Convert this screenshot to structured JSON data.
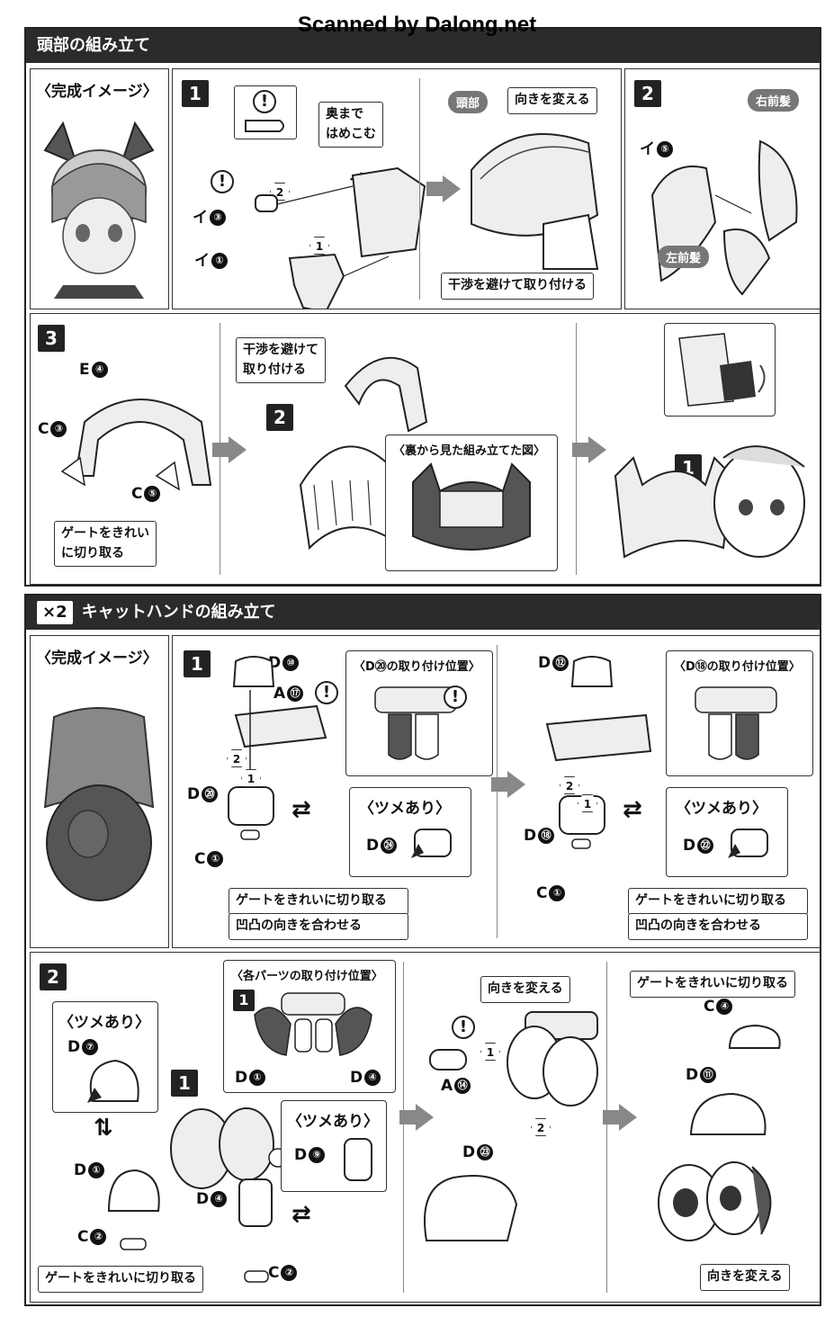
{
  "watermark": "Scanned by Dalong.net",
  "sections": {
    "head": {
      "title": "頭部の組み立て",
      "preview_label": "〈完成イメージ〉",
      "step1": {
        "no": "1",
        "label_push": "奥まで\nはめこむ",
        "parts": [
          "イ",
          "イ",
          "イ"
        ],
        "part_nums": [
          "③",
          "④",
          "①"
        ],
        "seq": [
          "2",
          "1"
        ],
        "part_head": "頭部",
        "change_dir": "向きを変える",
        "avoid": "干渉を避けて取り付ける"
      },
      "step2": {
        "no": "2",
        "part": "イ",
        "part_num": "⑤",
        "right_hair": "右前髪",
        "left_hair": "左前髪"
      },
      "step3": {
        "no": "3",
        "e": "E",
        "e_num": "④",
        "c3": "C",
        "c3_num": "③",
        "c5": "C",
        "c5_num": "⑤",
        "gate": "ゲートをきれい\nに切り取る",
        "avoid": "干渉を避けて\n取り付ける",
        "sub2": "2",
        "back_view": "〈裏から見た組み立てた図〉",
        "sub1": "1"
      }
    },
    "hand": {
      "multiplier": "×2",
      "title": "キャットハンドの組み立て",
      "preview_label": "〈完成イメージ〉",
      "step1": {
        "no": "1",
        "left": {
          "d_top": "D",
          "d_top_num": "⑩",
          "a": "A",
          "a_num": "⑰",
          "d_mid": "D",
          "d_mid_num": "⑳",
          "c": "C",
          "c_num": "①",
          "pos_title": "〈D⑳の取り付け位置〉",
          "claw": "〈ツメあり〉",
          "claw_d": "D",
          "claw_d_num": "㉔",
          "gate": "ゲートをきれいに切り取る",
          "align": "凹凸の向きを合わせる"
        },
        "right": {
          "d_top": "D",
          "d_top_num": "⑫",
          "d_mid": "D",
          "d_mid_num": "⑱",
          "c": "C",
          "c_num": "①",
          "pos_title": "〈D⑱の取り付け位置〉",
          "claw": "〈ツメあり〉",
          "claw_d": "D",
          "claw_d_num": "㉒",
          "gate": "ゲートをきれいに切り取る",
          "align": "凹凸の向きを合わせる"
        }
      },
      "step2": {
        "no": "2",
        "claw_a": "〈ツメあり〉",
        "d7": "D",
        "d7_num": "⑦",
        "pos_title": "〈各パーツの取り付け位置〉",
        "pos_sub": "1",
        "pos_d1": "D",
        "pos_d1_num": "①",
        "pos_d4": "D",
        "pos_d4_num": "④",
        "sub1": "1",
        "d1": "D",
        "d1_num": "①",
        "c2": "C",
        "c2_num": "②",
        "claw_b": "〈ツメあり〉",
        "d9": "D",
        "d9_num": "⑨",
        "d4": "D",
        "d4_num": "④",
        "c2b": "C",
        "c2b_num": "②",
        "gate": "ゲートをきれいに切り取る",
        "change_dir": "向きを変える",
        "a14": "A",
        "a14_num": "⑭",
        "d23": "D",
        "d23_num": "㉓",
        "gate2": "ゲートをきれいに切り取る",
        "c4": "C",
        "c4_num": "④",
        "d11": "D",
        "d11_num": "⑪",
        "change_dir2": "向きを変える"
      }
    }
  }
}
